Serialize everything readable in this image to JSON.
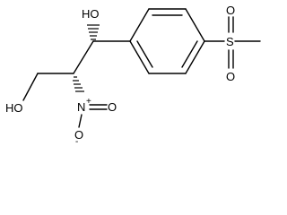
{
  "structure": {
    "atoms": {
      "oh_top": "HO",
      "oh_bottom": "HO",
      "sulfur": "S",
      "so_oxygen_top": "O",
      "so_oxygen_bottom": "O",
      "nitro_nitrogen": "N",
      "nitro_plus": "+",
      "nitro_oxygen_double": "O",
      "nitro_oxygen_single": "O",
      "nitro_minus": "-"
    }
  }
}
